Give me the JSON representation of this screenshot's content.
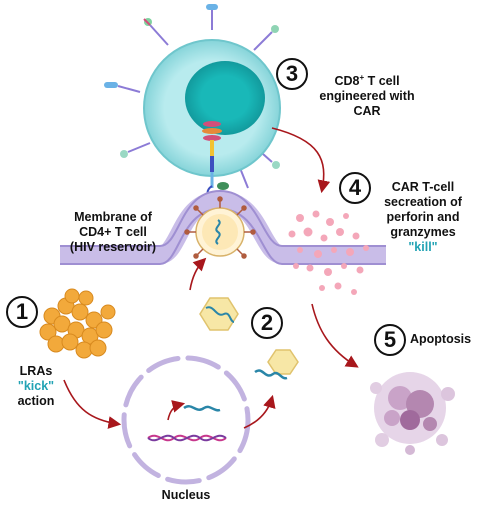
{
  "steps": [
    {
      "number": "1",
      "text_before": "LRAs ",
      "highlight": "\"kick\"",
      "text_after": "action"
    },
    {
      "number": "2"
    },
    {
      "number": "3",
      "line1": "CD8",
      "sup": "+",
      "line1_rest": " T cell",
      "line2": "engineered with",
      "line3": "CAR"
    },
    {
      "number": "4",
      "line1": "CAR T-cell",
      "line2": "secreation of",
      "line3": "perforin and",
      "line4": "granzymes",
      "highlight": "\"kill\""
    },
    {
      "number": "5",
      "label": "Apoptosis"
    }
  ],
  "membrane_label": {
    "line1": "Membrane of",
    "line2": "CD4+ T cell",
    "line3": "(HIV reservoir)"
  },
  "nucleus_label": "Nucleus",
  "colors": {
    "accent": "#22a3b4",
    "tcell_outer": "#a9e3e6",
    "tcell_nucleus": "#19b8b8",
    "membrane": "#b9a9dd",
    "lra": "#f2a93b",
    "virus_capsid": "#f7e7a6",
    "perforin": "#f4a7b9",
    "apoptosis": "#b487b0",
    "arrow": "#a8171c"
  }
}
